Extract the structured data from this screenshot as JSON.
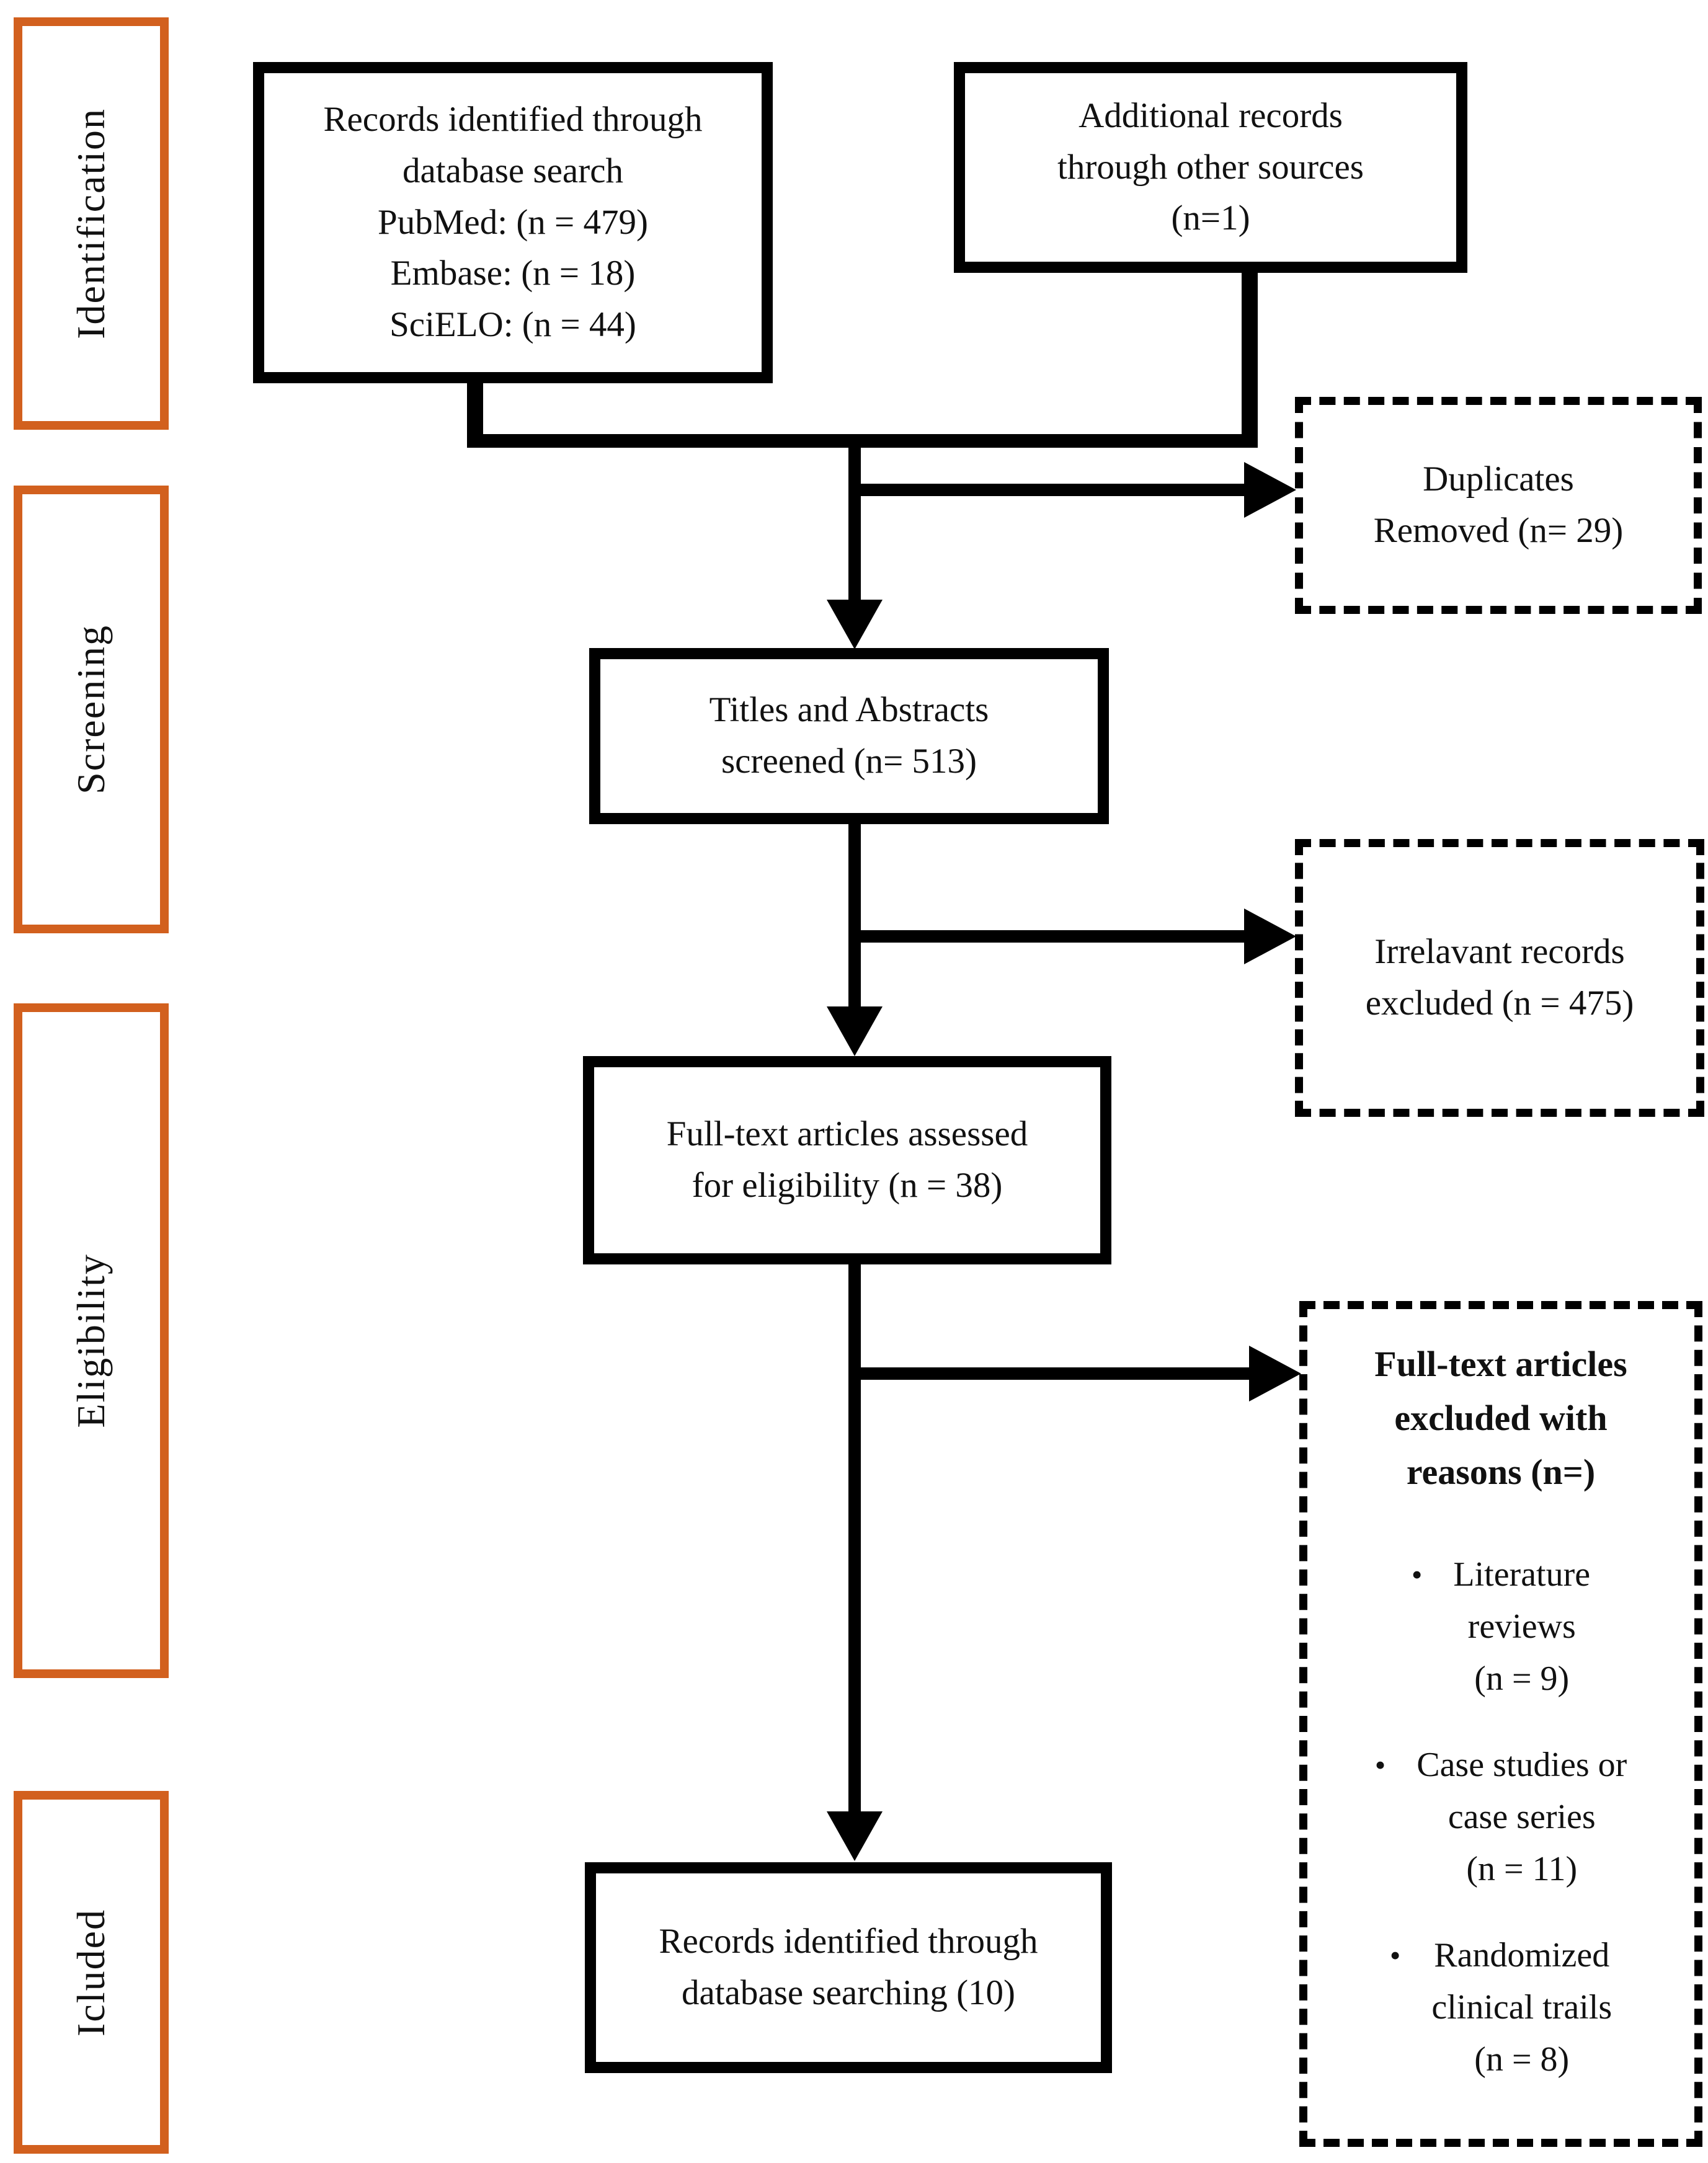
{
  "diagram": {
    "stages": {
      "identification": "Identification",
      "screening": "Screening",
      "eligibility": "Eligibility",
      "included": "Icluded"
    },
    "boxes": {
      "records_identified": "Records identified through\ndatabase search\nPubMed: (n = 479)\nEmbase: (n = 18)\nSciELO: (n = 44)",
      "additional_records": "Additional records\nthrough other sources\n(n=1)",
      "duplicates_removed": "Duplicates\nRemoved (n= 29)",
      "titles_screened": "Titles and Abstracts\nscreened (n= 513)",
      "irrelevant_excluded": "Irrelavant records\nexcluded (n = 475)",
      "fulltext_assessed": "Full-text articles assessed\nfor eligibility (n = 38)",
      "fulltext_excluded_header": "Full-text articles\nexcluded with\nreasons (n=)",
      "records_included": "Records identified through\ndatabase searching (10)"
    },
    "exclusion_reasons": [
      {
        "bullet": "•",
        "text": "Literature\nreviews\n(n = 9)"
      },
      {
        "bullet": "•",
        "text": "Case studies or\ncase series\n(n = 11)"
      },
      {
        "bullet": "•",
        "text": "Randomized\nclinical trails\n(n = 8)"
      }
    ],
    "colors": {
      "stage_border": "#d2601e",
      "box_border": "#000000",
      "text": "#111111",
      "background": "#ffffff"
    }
  }
}
